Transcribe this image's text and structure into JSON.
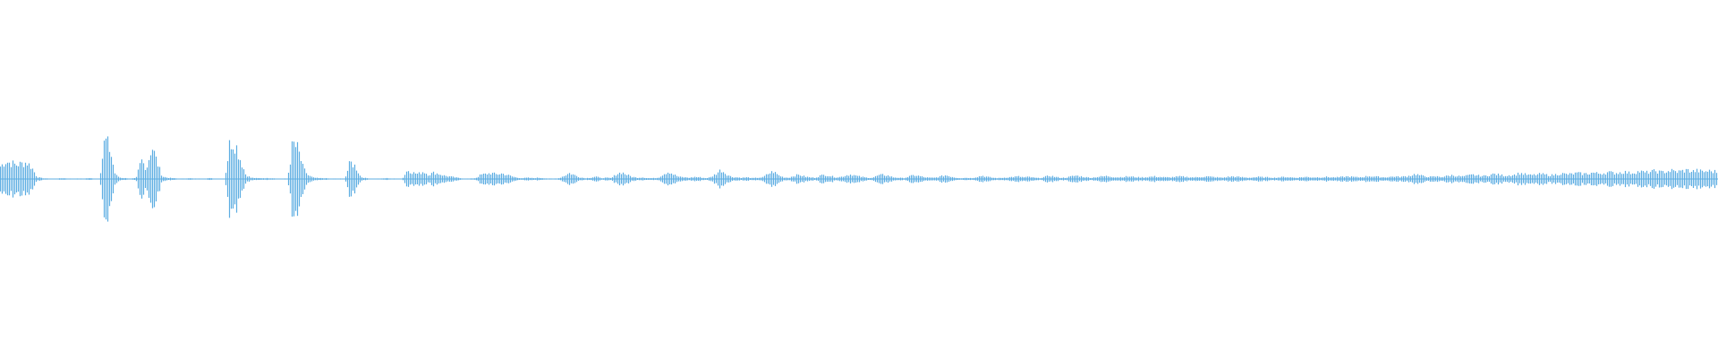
{
  "waveform": {
    "color": "#5dade2",
    "background": "#ffffff",
    "amplitude_envelope": [
      0.3,
      0.42,
      0.38,
      0.34,
      0.36,
      0.4,
      0.28,
      0.05,
      0.02,
      0.01,
      0.01,
      0.01,
      0.02,
      0.01,
      0.01,
      0.01,
      0.01,
      0.02,
      0.01,
      0.01,
      0.95,
      0.7,
      0.1,
      0.03,
      0.02,
      0.01,
      0.02,
      0.45,
      0.25,
      0.8,
      0.4,
      0.06,
      0.03,
      0.02,
      0.01,
      0.01,
      0.02,
      0.01,
      0.01,
      0.01,
      0.02,
      0.01,
      0.01,
      0.01,
      0.92,
      0.85,
      0.45,
      0.1,
      0.03,
      0.02,
      0.02,
      0.02,
      0.02,
      0.01,
      0.01,
      0.01,
      0.85,
      0.7,
      0.25,
      0.08,
      0.03,
      0.02,
      0.02,
      0.01,
      0.01,
      0.01,
      0.01,
      0.4,
      0.3,
      0.05,
      0.02,
      0.01,
      0.01,
      0.01,
      0.02,
      0.01,
      0.01,
      0.01,
      0.22,
      0.15,
      0.12,
      0.18,
      0.1,
      0.15,
      0.12,
      0.08,
      0.06,
      0.04,
      0.02,
      0.01,
      0.01,
      0.02,
      0.1,
      0.12,
      0.14,
      0.11,
      0.13,
      0.1,
      0.06,
      0.03,
      0.02,
      0.03,
      0.02,
      0.03,
      0.02,
      0.01,
      0.01,
      0.02,
      0.08,
      0.14,
      0.09,
      0.04,
      0.02,
      0.03,
      0.06,
      0.02,
      0.03,
      0.02,
      0.12,
      0.16,
      0.1,
      0.05,
      0.03,
      0.04,
      0.02,
      0.02,
      0.03,
      0.12,
      0.18,
      0.1,
      0.05,
      0.04,
      0.03,
      0.05,
      0.04,
      0.02,
      0.04,
      0.12,
      0.22,
      0.12,
      0.05,
      0.04,
      0.03,
      0.04,
      0.02,
      0.03,
      0.04,
      0.12,
      0.18,
      0.09,
      0.04,
      0.03,
      0.08,
      0.1,
      0.06,
      0.04,
      0.03,
      0.08,
      0.1,
      0.07,
      0.04,
      0.05,
      0.09,
      0.11,
      0.07,
      0.05,
      0.03,
      0.03,
      0.08,
      0.1,
      0.08,
      0.04,
      0.03,
      0.02,
      0.06,
      0.09,
      0.07,
      0.04,
      0.03,
      0.03,
      0.06,
      0.09,
      0.06,
      0.03,
      0.02,
      0.03,
      0.02,
      0.05,
      0.08,
      0.05,
      0.03,
      0.02,
      0.03,
      0.04,
      0.05,
      0.06,
      0.04,
      0.05,
      0.03,
      0.02,
      0.05,
      0.08,
      0.05,
      0.03,
      0.03,
      0.06,
      0.08,
      0.06,
      0.04,
      0.03,
      0.05,
      0.06,
      0.07,
      0.05,
      0.04,
      0.05,
      0.06,
      0.05,
      0.04,
      0.04,
      0.05,
      0.06,
      0.05,
      0.04,
      0.04,
      0.05,
      0.06,
      0.05,
      0.04,
      0.04,
      0.05,
      0.06,
      0.05,
      0.04,
      0.03,
      0.05,
      0.06,
      0.05,
      0.04,
      0.03,
      0.04,
      0.05,
      0.04,
      0.04,
      0.03,
      0.04,
      0.05,
      0.04,
      0.03,
      0.04,
      0.05,
      0.04,
      0.04,
      0.04,
      0.05,
      0.04,
      0.04,
      0.05,
      0.06,
      0.05,
      0.04,
      0.05,
      0.07,
      0.06,
      0.05,
      0.04,
      0.05,
      0.06,
      0.05,
      0.06,
      0.08,
      0.12,
      0.08,
      0.06,
      0.05,
      0.06,
      0.05,
      0.07,
      0.09,
      0.07,
      0.06,
      0.08,
      0.1,
      0.08,
      0.07,
      0.09,
      0.12,
      0.1,
      0.08,
      0.09,
      0.1,
      0.14,
      0.11,
      0.09,
      0.1,
      0.12,
      0.1,
      0.09,
      0.11,
      0.13,
      0.11,
      0.12,
      0.14,
      0.12,
      0.13,
      0.15,
      0.13,
      0.14,
      0.16,
      0.14,
      0.15,
      0.17,
      0.14,
      0.16,
      0.18,
      0.15,
      0.17,
      0.19,
      0.16,
      0.18,
      0.2,
      0.17,
      0.19,
      0.21,
      0.18,
      0.2,
      0.17,
      0.19,
      0.18,
      0.17
    ]
  }
}
